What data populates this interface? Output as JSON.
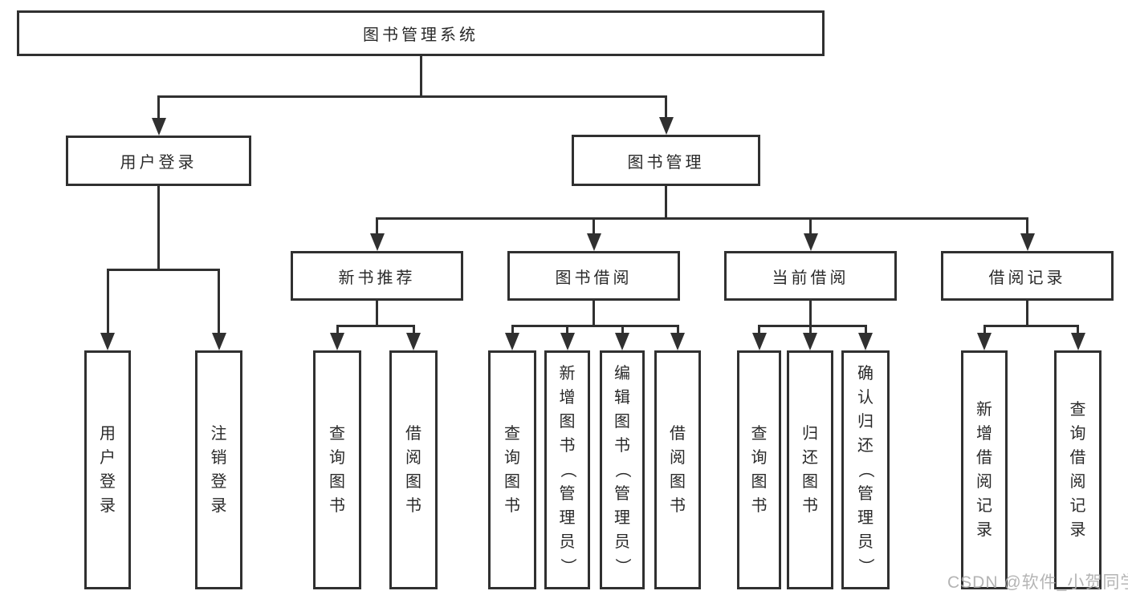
{
  "diagram": {
    "tree": {
      "label": "图书管理系统",
      "children": [
        {
          "label": "用户登录",
          "children": [
            {
              "label": "用户登录"
            },
            {
              "label": "注销登录"
            }
          ]
        },
        {
          "label": "图书管理",
          "children": [
            {
              "label": "新书推荐",
              "children": [
                {
                  "label": "查询图书"
                },
                {
                  "label": "借阅图书"
                }
              ]
            },
            {
              "label": "图书借阅",
              "children": [
                {
                  "label": "查询图书"
                },
                {
                  "label": "新增图书（管理员）"
                },
                {
                  "label": "编辑图书（管理员）"
                },
                {
                  "label": "借阅图书"
                }
              ]
            },
            {
              "label": "当前借阅",
              "children": [
                {
                  "label": "查询图书"
                },
                {
                  "label": "归还图书"
                },
                {
                  "label": "确认归还（管理员）"
                }
              ]
            },
            {
              "label": "借阅记录",
              "children": [
                {
                  "label": "新增借阅记录"
                },
                {
                  "label": "查询借阅记录"
                }
              ]
            }
          ]
        }
      ]
    }
  },
  "watermark": {
    "text": "CSDN @软件_小贺同学"
  },
  "style": {
    "line_color": "#303030",
    "text_color": "#2a2a2a",
    "watermark_color": "#acacac",
    "background_color": "#ffffff"
  }
}
